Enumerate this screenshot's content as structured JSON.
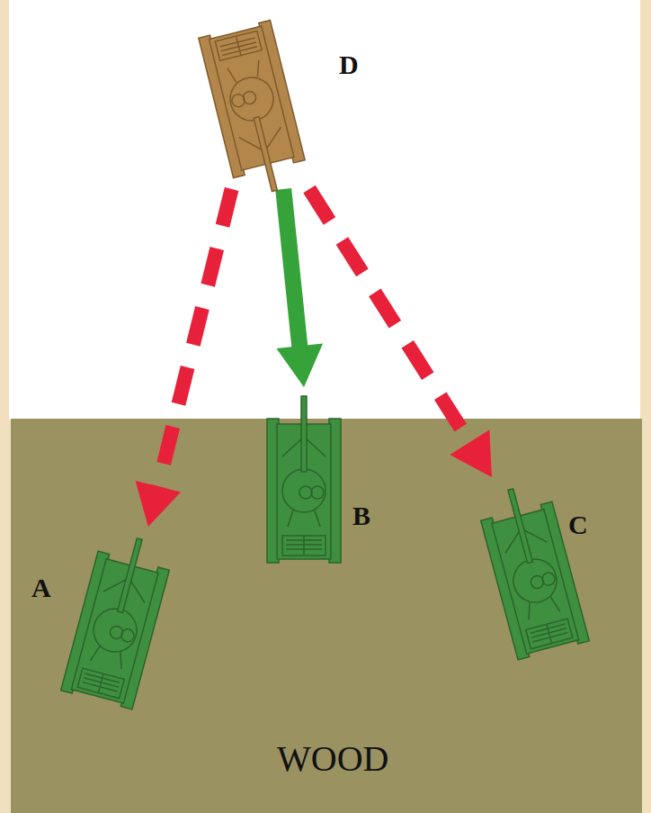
{
  "diagram": {
    "nodes": [
      {
        "text": [
          "D"
        ]
      },
      {
        "text": [
          "WOOD"
        ]
      },
      {
        "text": [
          "A"
        ],
        "in": 1
      },
      {
        "text": [
          "B"
        ],
        "in": 1
      },
      {
        "text": [
          "C"
        ],
        "in": 1
      }
    ],
    "edges": [
      {
        "from": 0,
        "to": 2,
        "arrow": "to"
      },
      {
        "from": 0,
        "to": 3,
        "arrow": "to"
      },
      {
        "from": 0,
        "to": 4,
        "arrow": "to"
      }
    ]
  }
}
